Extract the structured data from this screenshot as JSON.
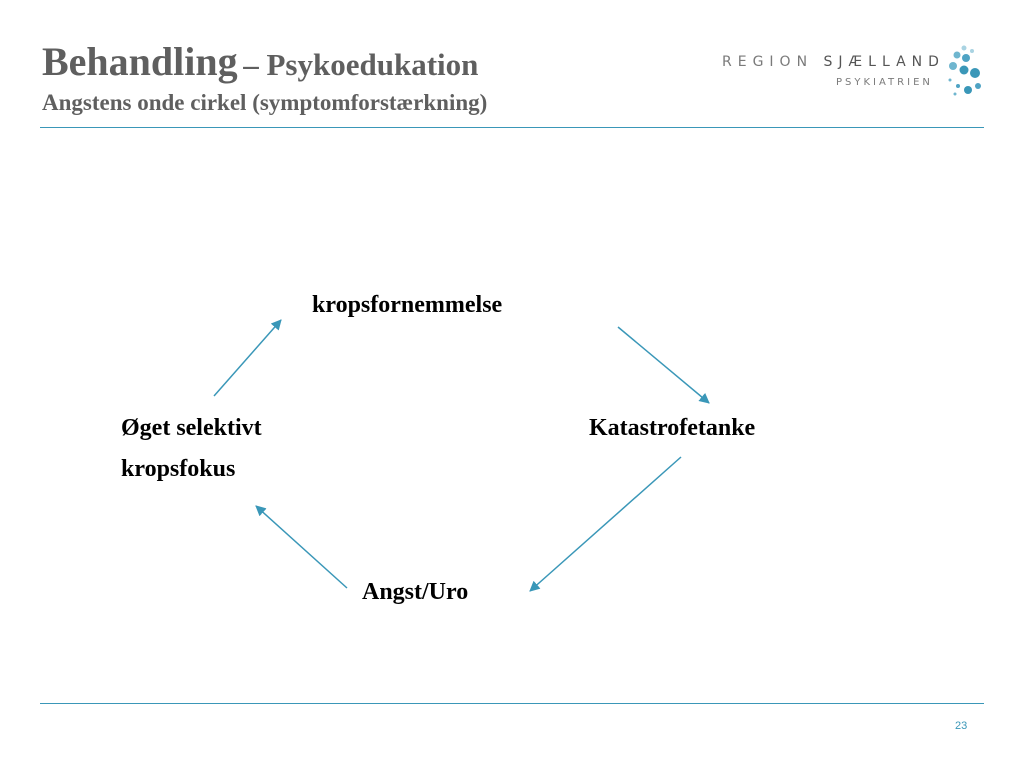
{
  "header": {
    "title": "Behandling",
    "title_suffix": "– Psykoedukation",
    "subtitle": "Angstens onde cirkel (symptomforstærkning)"
  },
  "logo": {
    "region": "REGION",
    "name": "SJÆLLAND",
    "department": "PSYKIATRIEN"
  },
  "diagram": {
    "nodes": {
      "top": "kropsfornemmelse",
      "right": "Katastrofetanke",
      "bottom": "Angst/Uro",
      "left_line1": "Øget selektivt",
      "left_line2": "kropsfokus"
    }
  },
  "footer": {
    "page_number": "23"
  },
  "colors": {
    "accent": "#3a97b8",
    "title": "#5f5f5f",
    "logo_dot": "#4fa3c4"
  }
}
